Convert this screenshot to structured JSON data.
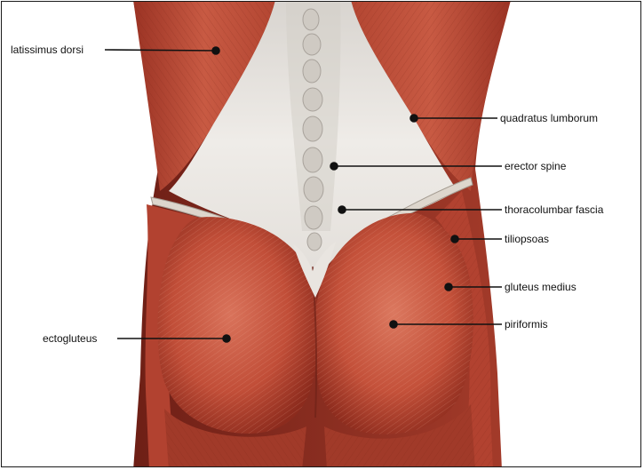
{
  "figure": {
    "labels": {
      "latissimus_dorsi": "latissimus dorsi",
      "quadratus_lumborum": "quadratus lumborum",
      "erector_spine": "erector spine",
      "thoracolumbar_fascia": "thoracolumbar fascia",
      "tiliopsoas": "tiliopsoas",
      "gluteus_medius": "gluteus medius",
      "piriformis": "piriformis",
      "ectogluteus": "ectogluteus"
    },
    "colors": {
      "muscle": "#c2503b",
      "muscle_dark": "#8e2a1e",
      "muscle_light": "#e08a72",
      "fascia": "#e9e6e2",
      "fascia_shadow": "#c9c4be",
      "leader_line": "#111111",
      "frame": "#1a1a1a"
    }
  }
}
